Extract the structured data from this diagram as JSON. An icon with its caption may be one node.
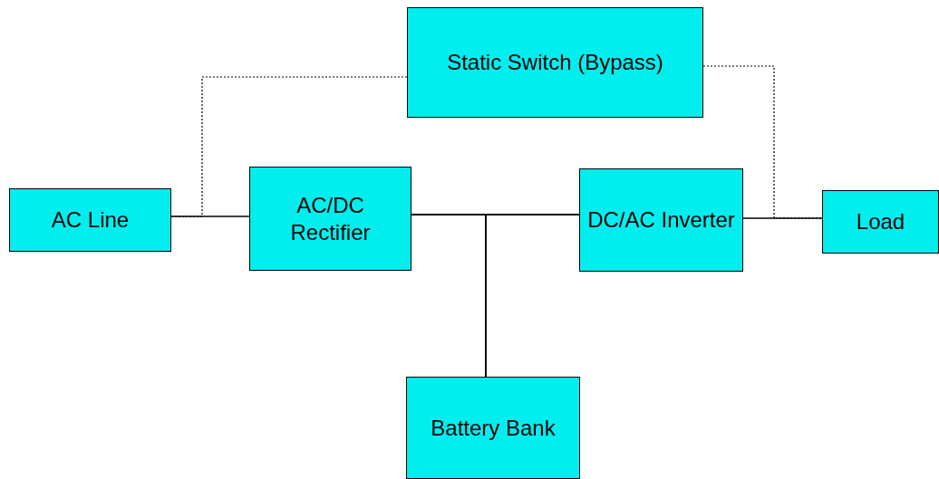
{
  "diagram": {
    "nodes": [
      {
        "text": [
          "Static Switch (Bypass)"
        ]
      },
      {
        "text": [
          "AC Line"
        ]
      },
      {
        "text": [
          "AC/DC Rectifier"
        ]
      },
      {
        "text": [
          "DC/AC Inverter"
        ]
      },
      {
        "text": [
          "Load"
        ]
      },
      {
        "text": [
          "Battery Bank"
        ]
      }
    ],
    "edges": [
      {
        "from": 1,
        "to": 2,
        "arrow": "none"
      },
      {
        "from": 2,
        "to": 3,
        "arrow": "none"
      },
      {
        "from": 5,
        "to": 2,
        "arrow": "none"
      },
      {
        "from": 5,
        "to": 3,
        "arrow": "none"
      },
      {
        "from": 3,
        "to": 4,
        "arrow": "none"
      },
      {
        "from": 1,
        "to": 0,
        "arrow": "none",
        "style": "dashed"
      },
      {
        "from": 0,
        "to": 4,
        "arrow": "none",
        "style": "dashed"
      }
    ]
  }
}
